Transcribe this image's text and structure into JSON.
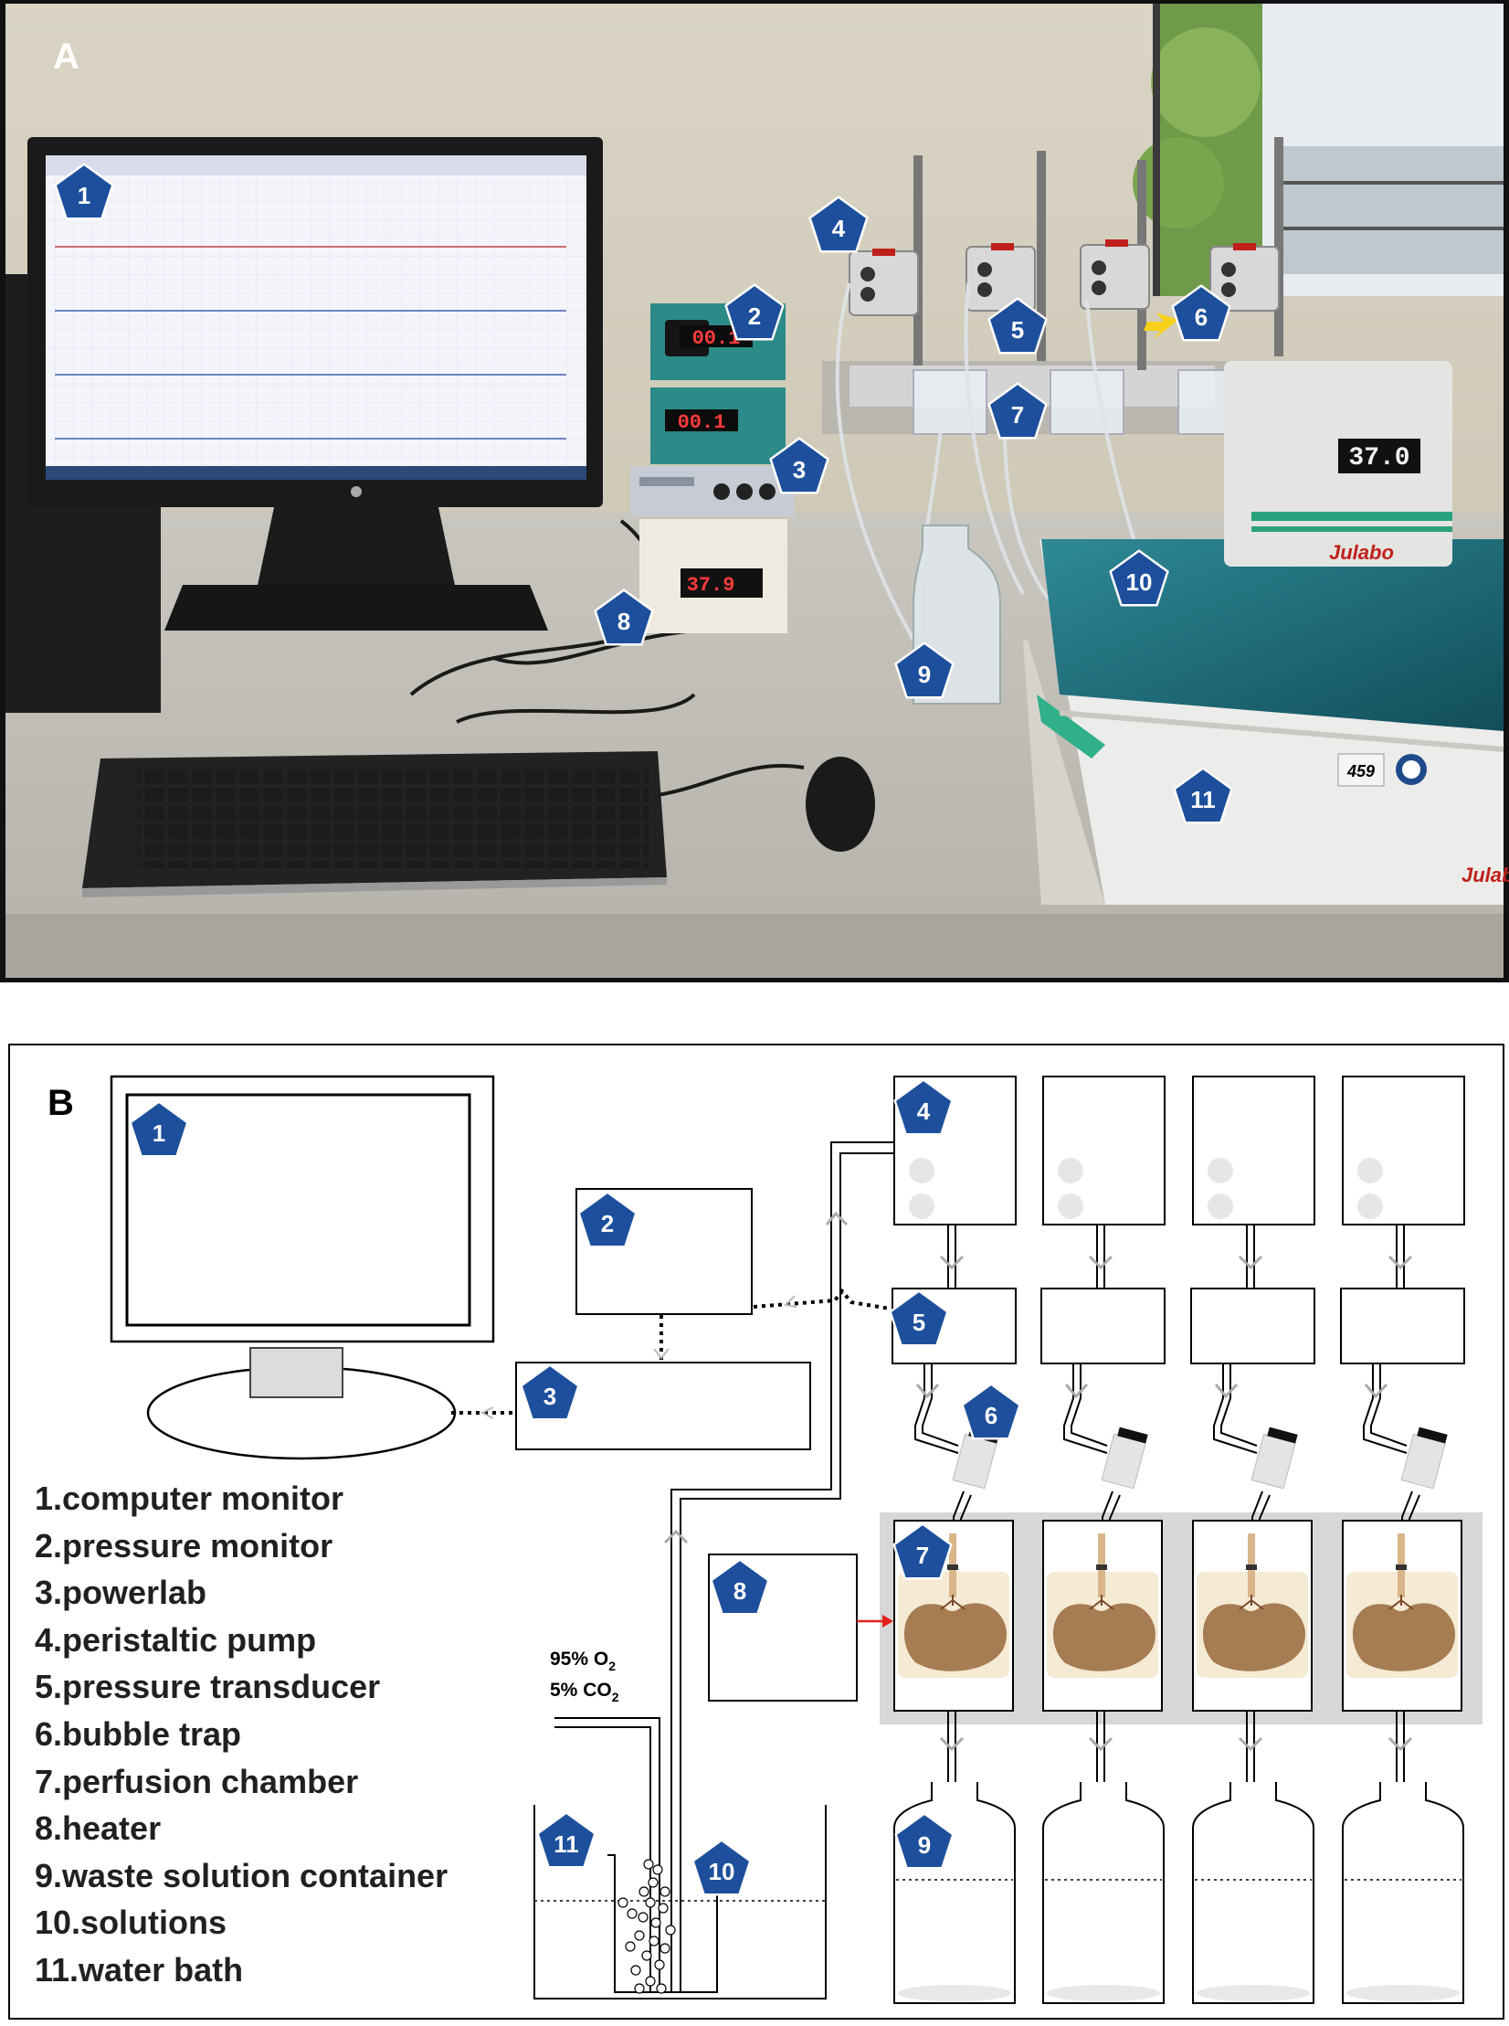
{
  "figure": {
    "panel_a_label": "A",
    "panel_b_label": "B"
  },
  "displays": {
    "pressure_top": "00.1",
    "pressure_bottom": "00.1",
    "heater": "37.9",
    "water_bath": "37.0",
    "bath_brand": "Julabo",
    "bath_sticker": "459"
  },
  "badges": [
    "1",
    "2",
    "3",
    "4",
    "5",
    "6",
    "7",
    "8",
    "9",
    "10",
    "11"
  ],
  "legend": [
    {
      "num": "1",
      "text": "1.computer monitor"
    },
    {
      "num": "2",
      "text": "2.pressure monitor"
    },
    {
      "num": "3",
      "text": "3.powerlab"
    },
    {
      "num": "4",
      "text": "4.peristaltic pump"
    },
    {
      "num": "5",
      "text": "5.pressure transducer"
    },
    {
      "num": "6",
      "text": "6.bubble trap"
    },
    {
      "num": "7",
      "text": "7.perfusion chamber"
    },
    {
      "num": "8",
      "text": "8.heater"
    },
    {
      "num": "9",
      "text": "9.waste solution container"
    },
    {
      "num": "10",
      "text": "10.solutions"
    },
    {
      "num": "11",
      "text": "11.water bath"
    }
  ],
  "gas": {
    "o2_pct": "95%",
    "o2_formula": "O",
    "o2_sub": "2",
    "co2_pct": "5%",
    "co2_formula": "CO",
    "co2_sub": "2"
  },
  "colors": {
    "badge": "#1d4f9c",
    "bath_water": "#1f6d7c",
    "organ": "#a67c52",
    "chamber_fill": "#f5ead3",
    "platform": "#d7d7d7",
    "arrow_red": "#e2231a"
  }
}
